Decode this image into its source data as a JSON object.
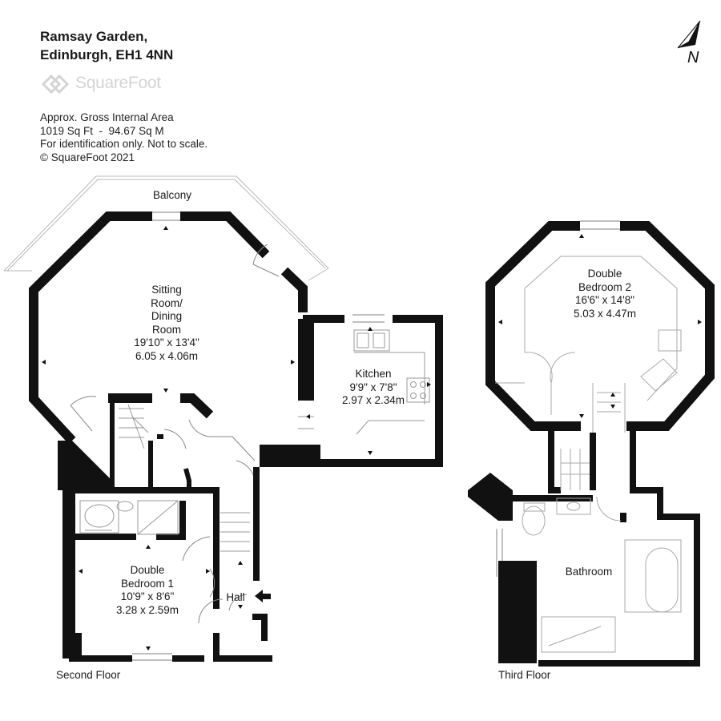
{
  "header": {
    "address_line1": "Ramsay Garden,",
    "address_line2": "Edinburgh, EH1 4NN",
    "logo_text": "SquareFoot",
    "area_title": "Approx. Gross Internal Area",
    "area_value": "1019 Sq Ft  -  94.67 Sq M",
    "disclaimer": "For identification only. Not to scale.",
    "copyright": "© SquareFoot 2021"
  },
  "compass": {
    "label": "N"
  },
  "second_floor": {
    "label": "Second Floor",
    "balcony": "Balcony",
    "sitting": {
      "line1": "Sitting",
      "line2": "Room/",
      "line3": "Dining",
      "line4": "Room",
      "imperial": "19'10\" x 13'4\"",
      "metric": "6.05 x 4.06m"
    },
    "kitchen": {
      "name": "Kitchen",
      "imperial": "9'9\" x 7'8\"",
      "metric": "2.97 x 2.34m"
    },
    "bedroom1": {
      "line1": "Double",
      "line2": "Bedroom 1",
      "imperial": "10'9\" x 8'6\"",
      "metric": "3.28 x 2.59m"
    },
    "hall": "Hall"
  },
  "third_floor": {
    "label": "Third Floor",
    "bedroom2": {
      "line1": "Double",
      "line2": "Bedroom 2",
      "imperial": "16'6\" x 14'8\"",
      "metric": "5.03 x 4.47m"
    },
    "bathroom": "Bathroom"
  },
  "colors": {
    "wall": "#111111",
    "fixture": "#9a9a9a",
    "logo": "#d4d4d4"
  }
}
